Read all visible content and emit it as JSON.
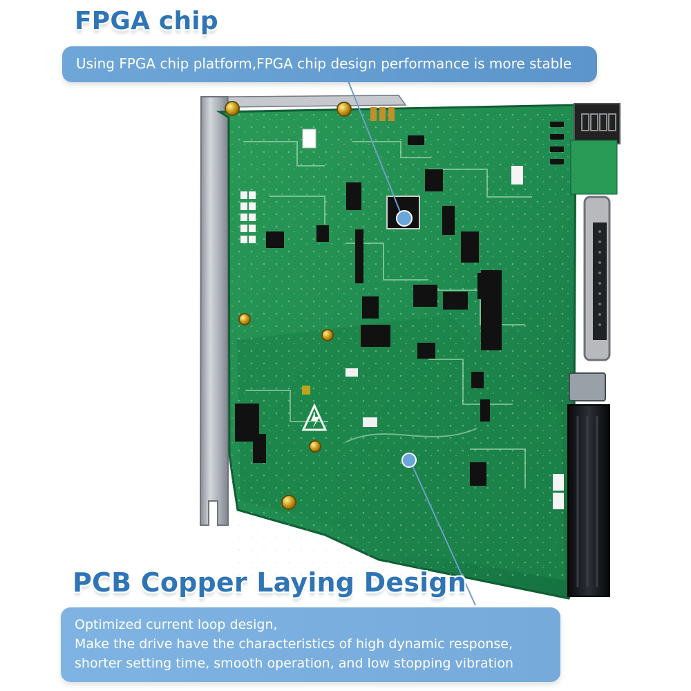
{
  "headings": {
    "top": "FPGA chip",
    "bottom": "PCB Copper Laying Design"
  },
  "callouts": {
    "top_text": "Using FPGA chip platform,FPGA chip design performance is more stable",
    "bottom_lines": [
      "Optimized current loop design,",
      "Make the drive have the characteristics of high dynamic response,",
      "shorter setting time, smooth operation, and low stopping vibration"
    ]
  },
  "colors": {
    "heading_blue": "#2f75b5",
    "callout_blue": "#5c95cb",
    "callout_blue_light": "#7fb3e3",
    "pcb_green": "#1e8b4e",
    "metal_gray": "#b9bdc3",
    "connector_black": "#121417"
  }
}
